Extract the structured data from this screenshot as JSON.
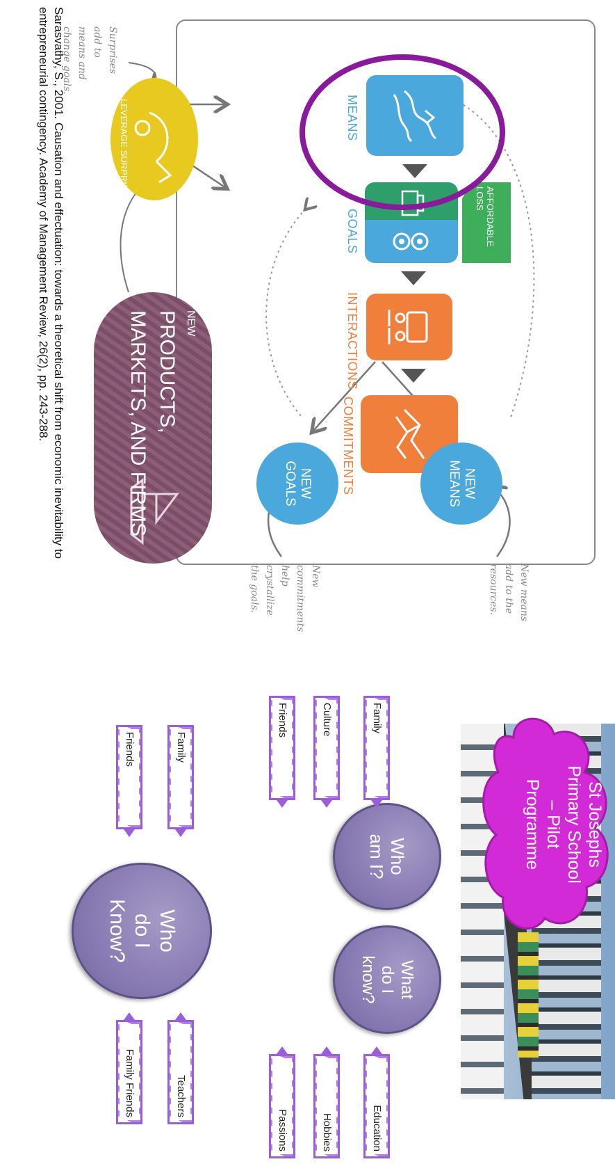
{
  "diagram": {
    "steps": [
      {
        "label": "MEANS",
        "icon": "hands-icon",
        "color": "#4aa8dd"
      },
      {
        "label": "GOALS",
        "icon": "gears-icon",
        "color": "#4aa8dd"
      },
      {
        "label": "INTERACTIONS",
        "icon": "people-icon",
        "color": "#f07f3c"
      },
      {
        "label": "COMMITMENTS",
        "icon": "handshake-icon",
        "color": "#f07f3c"
      }
    ],
    "affordable_loss": "AFFORDABLE LOSS",
    "leverage_surprise": "LEVERAGE SURPRISE",
    "new_means": [
      "NEW",
      "MEANS"
    ],
    "new_goals": [
      "NEW",
      "GOALS"
    ],
    "outcome": {
      "line1": "NEW",
      "line2": "PRODUCTS,",
      "line3": "MARKETS, AND FIRMS"
    },
    "notes": {
      "new_means": [
        "New means",
        "add to the",
        "resources."
      ],
      "new_goals": [
        "New",
        "commitments",
        "help",
        "crystallize",
        "the goals."
      ],
      "surprises": [
        "Surprises",
        "add to",
        "means and",
        "change goals."
      ]
    }
  },
  "school": {
    "title_lines": [
      "St Josephs",
      "Primary School",
      "– Pilot",
      "Programme"
    ]
  },
  "map": {
    "who_am_i": [
      "Who",
      "am I?"
    ],
    "what_do_i_know": [
      "What",
      "do I",
      "know?"
    ],
    "who_do_i_know": [
      "Who",
      "do I",
      "Know?"
    ],
    "labels": {
      "family": "Family",
      "culture": "Culture",
      "friends": "Friends",
      "education": "Education",
      "hobbies": "Hobbies",
      "passions": "Passions",
      "family2": "Family",
      "friends2": "Friends",
      "teachers": "Teachers",
      "family_friends": "Family Friends"
    }
  },
  "citation": {
    "line1": "Sarasvathy, S., 2001. Causation and effectuation: towards a theoretical shift from economic inevitability to",
    "line2": "entrepreneurial contingency. Academy of Management Review, 26(2), pp. 243-288."
  },
  "colors": {
    "blue": "#4aa8dd",
    "orange": "#f07f3c",
    "green": "#2e9e6a",
    "yellow": "#e8c91f",
    "maroon": "#7b4d66",
    "magenta": "#d22ad6",
    "purple_ring": "#8a1a9c"
  }
}
